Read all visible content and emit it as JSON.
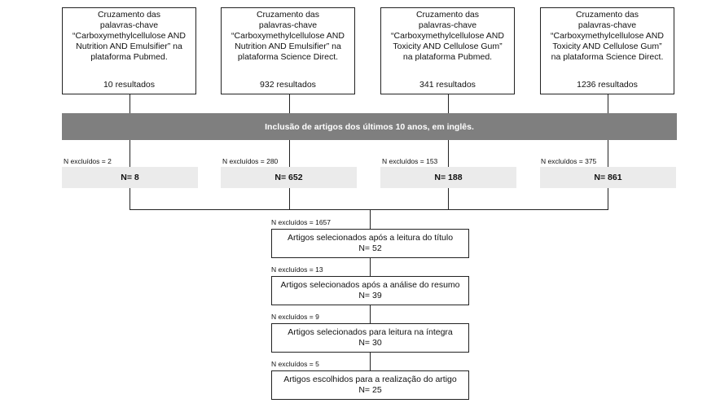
{
  "sources": [
    {
      "query": "Cruzamento das\npalavras-chave\n“Carboxymethylcellulose AND\nNutrition AND Emulsifier” na\nplataforma Pubmed.",
      "results": "10 resultados",
      "excluded": "N excluídos = 2",
      "n": "N= 8"
    },
    {
      "query": "Cruzamento das\npalavras-chave\n“Carboxymethylcellulose AND\nNutrition AND Emulsifier” na\nplataforma Science Direct.",
      "results": "932 resultados",
      "excluded": "N excluídos = 280",
      "n": "N= 652"
    },
    {
      "query": "Cruzamento das\npalavras-chave\n“Carboxymethylcellulose AND\nToxicity AND Cellulose Gum”\nna plataforma Pubmed.",
      "results": "341 resultados",
      "excluded": "N excluídos = 153",
      "n": "N= 188"
    },
    {
      "query": "Cruzamento das\npalavras-chave\n“Carboxymethylcellulose AND\nToxicity AND Cellulose Gum”\nna plataforma Science Direct.",
      "results": "1236 resultados",
      "excluded": "N excluídos = 375",
      "n": "N= 861"
    }
  ],
  "filter_banner": "Inclusão de artigos dos últimos 10 anos, em inglês.",
  "steps": [
    {
      "excluded": "N excluídos = 1657",
      "label": "Artigos selecionados após a leitura do título",
      "n": "N= 52"
    },
    {
      "excluded": "N excluídos = 13",
      "label": "Artigos selecionados após a análise do resumo",
      "n": "N= 39"
    },
    {
      "excluded": "N excluídos = 9",
      "label": "Artigos selecionados para leitura na íntegra",
      "n": "N= 30"
    },
    {
      "excluded": "N excluídos = 5",
      "label": "Artigos escolhidos para a realização do artigo",
      "n": "N= 25"
    }
  ],
  "colors": {
    "banner": "#7f7f7f",
    "n_box": "#ebebeb",
    "line": "#222222"
  }
}
